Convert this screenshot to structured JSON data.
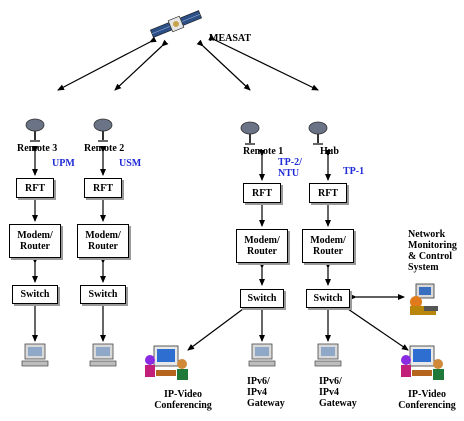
{
  "satellite": {
    "label": "MEASAT"
  },
  "stations": [
    {
      "name": "Remote 3",
      "site": "UPM",
      "rft": "RFT",
      "modem": "Modem/\nRouter",
      "switch": "Switch"
    },
    {
      "name": "Remote 2",
      "site": "USM",
      "rft": "RFT",
      "modem": "Modem/\nRouter",
      "switch": "Switch"
    },
    {
      "name": "Remote 1",
      "site": "TP-2/\nNTU",
      "rft": "RFT",
      "modem": "Modem/\nRouter",
      "switch": "Switch"
    },
    {
      "name": "Hub",
      "site": "TP-1",
      "rft": "RFT",
      "modem": "Modem/\nRouter",
      "switch": "Switch"
    }
  ],
  "endpoints": {
    "video_conf_left": "IP-Video\nConferencing",
    "gateway_left": "IPv6/\nIPv4\nGateway",
    "gateway_right": "IPv6/\nIPv4\nGateway",
    "video_conf_right": "IP-Video\nConferencing",
    "nms": "Network\nMonitoring\n& Control\nSystem"
  },
  "colors": {
    "site_label": "#1f2bd6",
    "box_border": "#000000",
    "shadow": "#9a9a9a"
  }
}
